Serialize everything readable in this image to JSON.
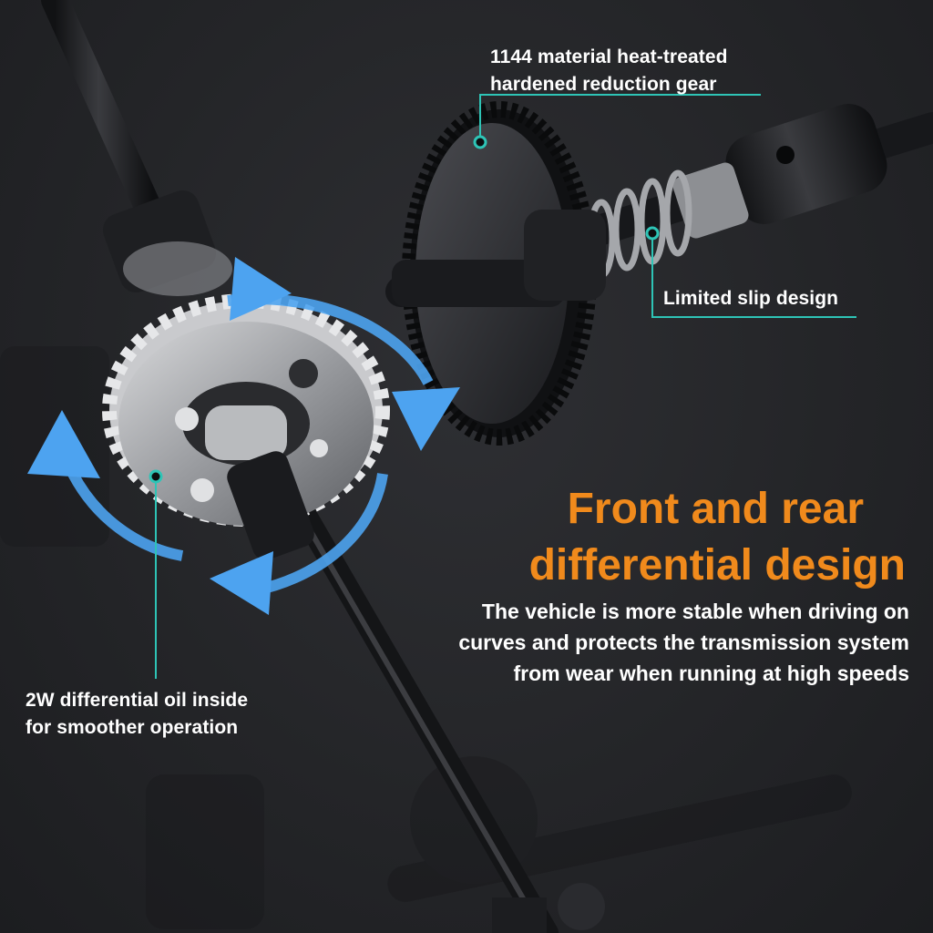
{
  "colors": {
    "accent_orange": "#f08a1c",
    "callout_teal": "#2ec4b6",
    "arrow_blue": "#4da3f0",
    "background": "#232427"
  },
  "callouts": {
    "reduction_gear": [
      "1144 material heat-treated",
      "hardened reduction gear"
    ],
    "limited_slip": "Limited slip design",
    "differential_oil": [
      "2W differential oil inside",
      "for smoother operation"
    ]
  },
  "headline": [
    "Front and rear",
    "differential design"
  ],
  "description": [
    "The vehicle is more stable when driving on",
    "curves and protects the transmission system",
    "from wear when running at high speeds"
  ],
  "icons": [
    "rotation-arrow-icon",
    "callout-dot-icon",
    "hex-bolt-icon"
  ]
}
